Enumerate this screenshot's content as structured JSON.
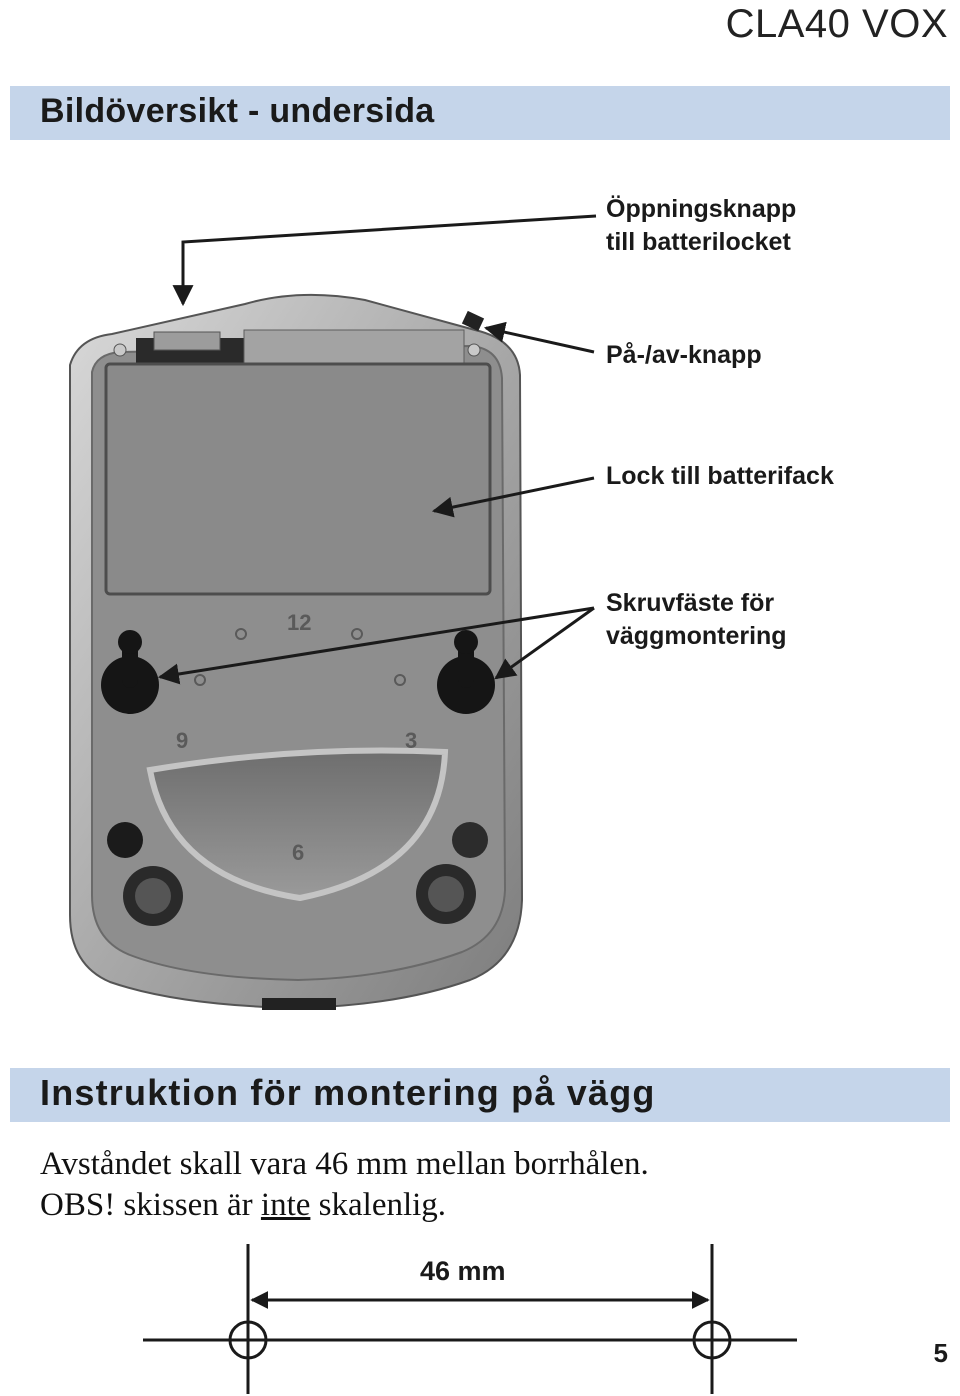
{
  "header": {
    "model": "CLA40 VOX"
  },
  "section1": {
    "title": "Bildöversikt - undersida"
  },
  "callouts": {
    "opening_button": [
      "Öppningsknapp",
      "till batterilocket"
    ],
    "power_button": [
      "På-/av-knapp"
    ],
    "battery_lid": [
      "Lock till batterifack"
    ],
    "screw_mount": [
      "Skruvfäste för",
      "väggmontering"
    ]
  },
  "device": {
    "dial_labels": {
      "twelve": "12",
      "three": "3",
      "six": "6",
      "nine": "9"
    }
  },
  "section2": {
    "title": "Instruktion för montering på vägg",
    "line1": "Avståndet skall vara 46 mm mellan borrhålen.",
    "line2_pre": "OBS! skissen är ",
    "line2_underlined": "inte",
    "line2_post": " skalenlig."
  },
  "diagram": {
    "dimension_label": "46 mm"
  },
  "footer": {
    "page_number": "5"
  },
  "colors": {
    "band": "#c5d5ea",
    "device_body": "#8c8c8c",
    "device_rim": "#b8b8b8"
  }
}
